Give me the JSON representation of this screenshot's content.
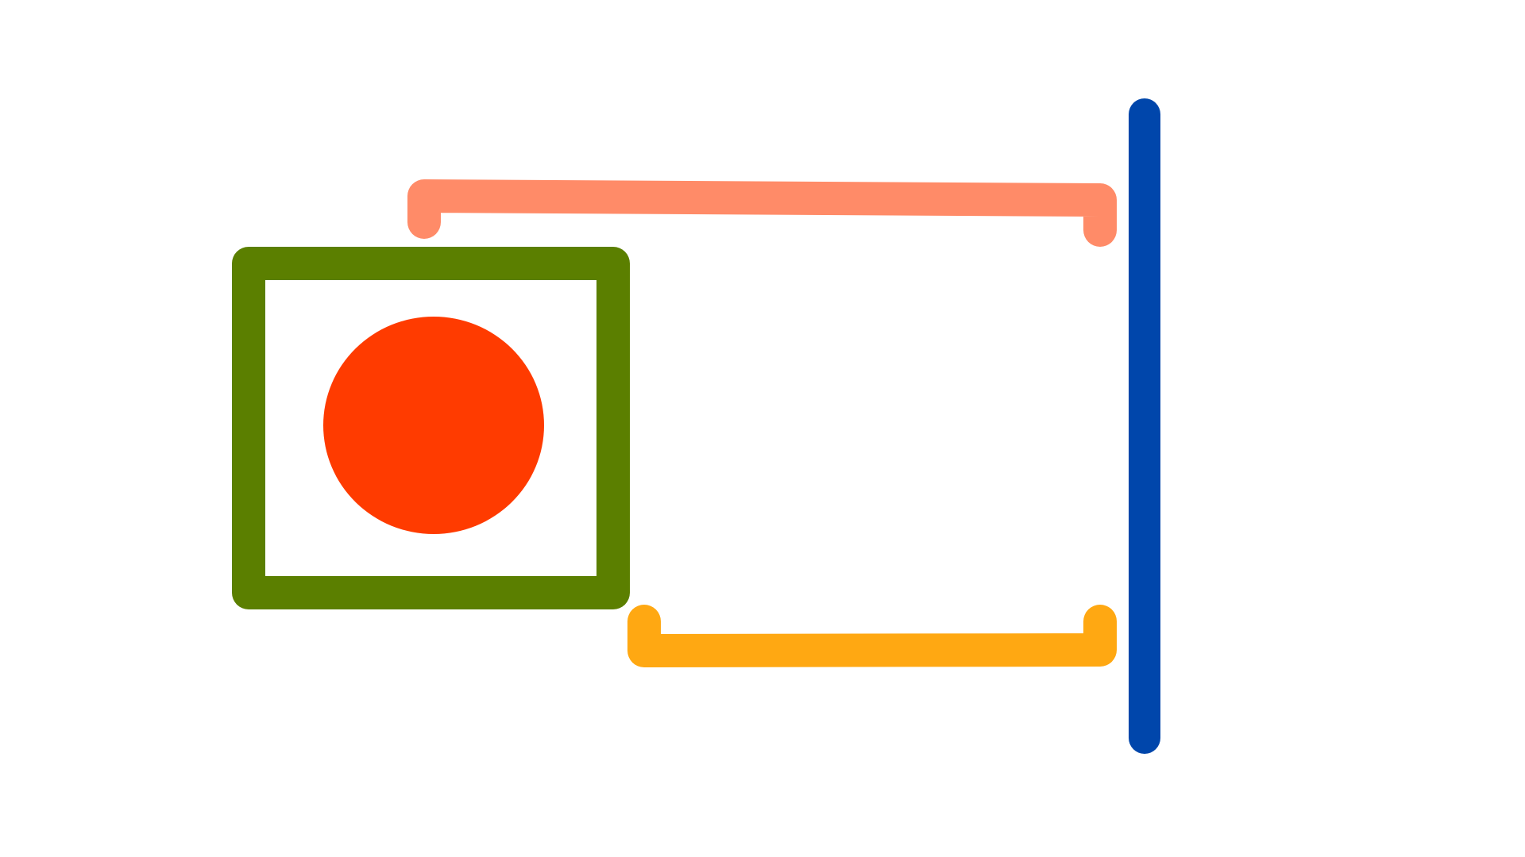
{
  "diagram": {
    "background_color": "#ffffff",
    "shapes": [
      {
        "id": "square-frame",
        "kind": "rectangle-outline",
        "color": "#5b7f00"
      },
      {
        "id": "circle",
        "kind": "filled-circle",
        "color": "#ff3b00"
      },
      {
        "id": "top-bracket",
        "kind": "bracket-down",
        "color": "#ff8b68"
      },
      {
        "id": "bottom-bracket",
        "kind": "bracket-up",
        "color": "#ffa812"
      },
      {
        "id": "vertical-line",
        "kind": "line",
        "color": "#0046ab"
      }
    ]
  }
}
